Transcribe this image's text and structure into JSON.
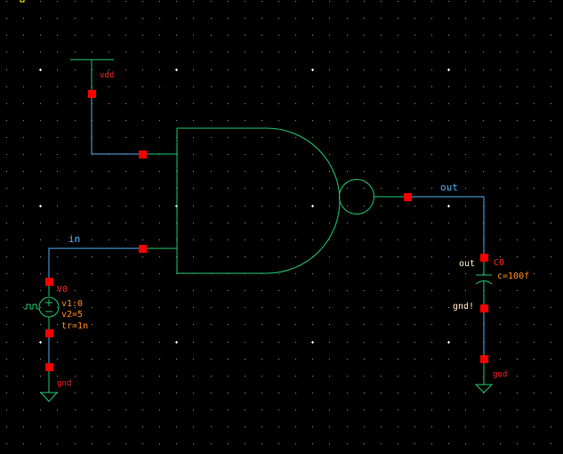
{
  "schematic": {
    "title": "NAND gate test schematic",
    "colors": {
      "background": "#000000",
      "grid_minor": "#8a8a9a",
      "grid_major": "#ffffff",
      "device": "#1ec86e",
      "wire": "#4fb0f0",
      "pin": "#ff0000",
      "instance_label": "#ff2020",
      "param_label": "#ff8c1a",
      "net_label": "#4fb0f0",
      "terminal_label": "#ffe8c8",
      "cursor_marker": "#ffff00"
    },
    "labels": {
      "vdd": "vdd",
      "in_net": "in",
      "out_net": "out",
      "source_name": "V0",
      "source_v1": "v1:0",
      "source_v2": "v2=5",
      "source_tr": "tr=1n",
      "source_gnd": "gnd",
      "cap_name": "C0",
      "cap_value": "c=100f",
      "cap_top_terminal": "out",
      "cap_bottom_terminal": "gnd!",
      "cap_gnd": "gnd"
    },
    "components": [
      {
        "type": "vdd-supply",
        "name": "vdd"
      },
      {
        "type": "nand-gate",
        "inputs": 2
      },
      {
        "type": "pulse-voltage-source",
        "name": "V0",
        "v1": "0",
        "v2": "5",
        "tr": "1n"
      },
      {
        "type": "capacitor",
        "name": "C0",
        "c": "100f"
      },
      {
        "type": "ground",
        "name": "gnd"
      },
      {
        "type": "ground",
        "name": "gnd"
      }
    ],
    "nets": [
      "vdd",
      "in",
      "out",
      "gnd"
    ]
  }
}
